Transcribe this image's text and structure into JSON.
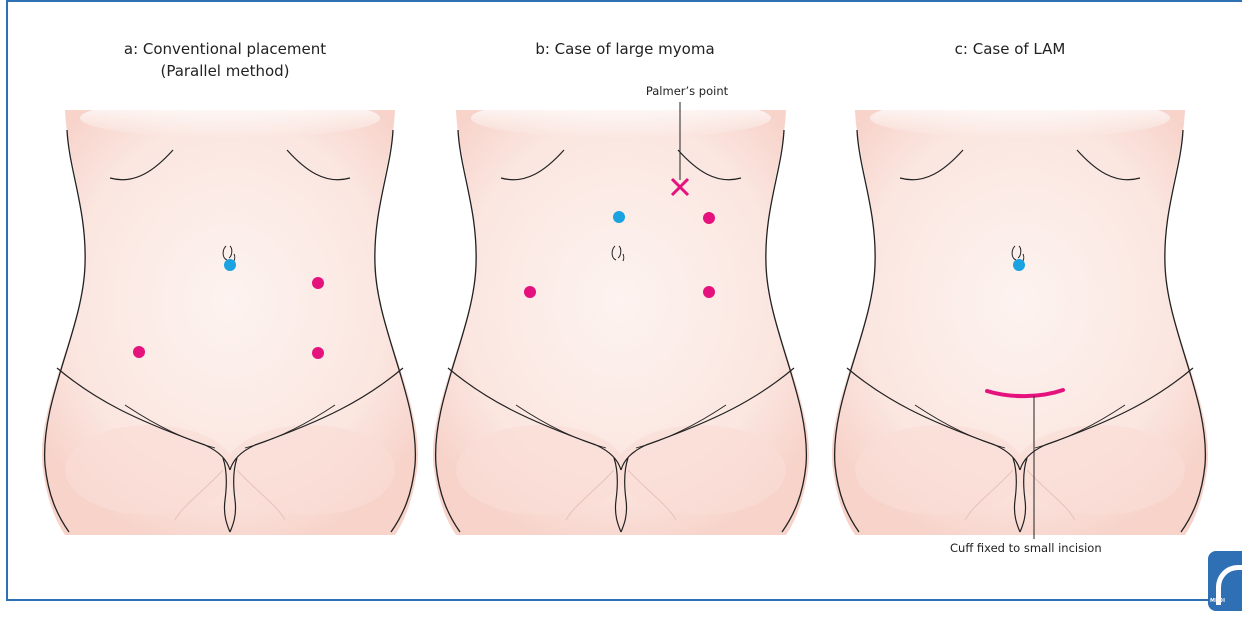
{
  "panels": [
    {
      "title_line1": "a: Conventional placement",
      "title_line2": "(Parallel method)"
    },
    {
      "title_line1": "b: Case of large myoma"
    },
    {
      "title_line1": "c: Case of LAM"
    }
  ],
  "annotations": {
    "palmer": "Palmer’s point",
    "cuff": "Cuff fixed to small incision"
  },
  "logo": {
    "text": "MEDI"
  },
  "colors": {
    "frame": "#2f6fb4",
    "skin": "#fbe9e4",
    "port_magenta": "#e5127d",
    "port_cyan": "#1aa3e0",
    "outline": "#222222"
  }
}
